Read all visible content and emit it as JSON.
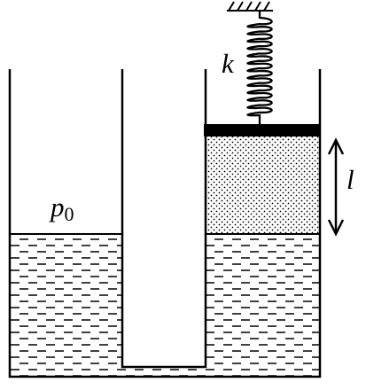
{
  "labels": {
    "spring_constant": "k",
    "pressure": "p",
    "pressure_subscript": "0",
    "gas_length": "l"
  },
  "colors": {
    "line": "#000000",
    "background": "#ffffff"
  },
  "icons": [
    "ceiling-hatch-icon",
    "spring-icon",
    "double-arrow-icon"
  ]
}
